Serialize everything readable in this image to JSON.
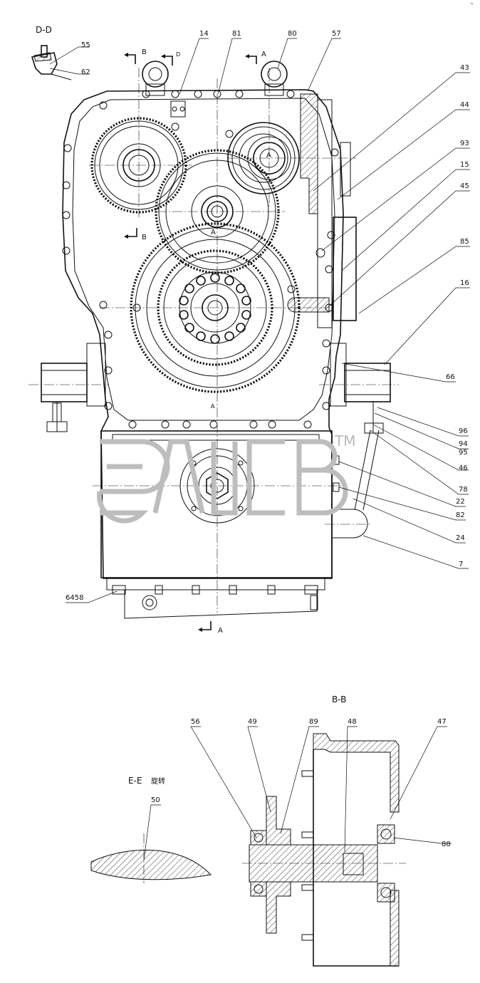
{
  "views": {
    "dd": "D-D",
    "bb": "B-B",
    "ee": "E-E",
    "ee_note": "旋转"
  },
  "section_marks": [
    "B",
    "D",
    "A",
    "B",
    "A",
    "A",
    "A",
    "A"
  ],
  "watermark": {
    "text": "элсв",
    "tm": "TM"
  },
  "labels": {
    "main_left": [
      "55",
      "62",
      "6458"
    ],
    "main_top": [
      "14",
      "81",
      "80",
      "57"
    ],
    "main_right": [
      "43",
      "44",
      "93",
      "15",
      "45",
      "85",
      "16",
      "66",
      "96",
      "94",
      "95",
      "46",
      "78",
      "22",
      "82",
      "24",
      "7"
    ],
    "bb": [
      "56",
      "49",
      "89",
      "48",
      "47",
      "88"
    ],
    "ee": [
      "50"
    ]
  },
  "corner_mark": "˜"
}
